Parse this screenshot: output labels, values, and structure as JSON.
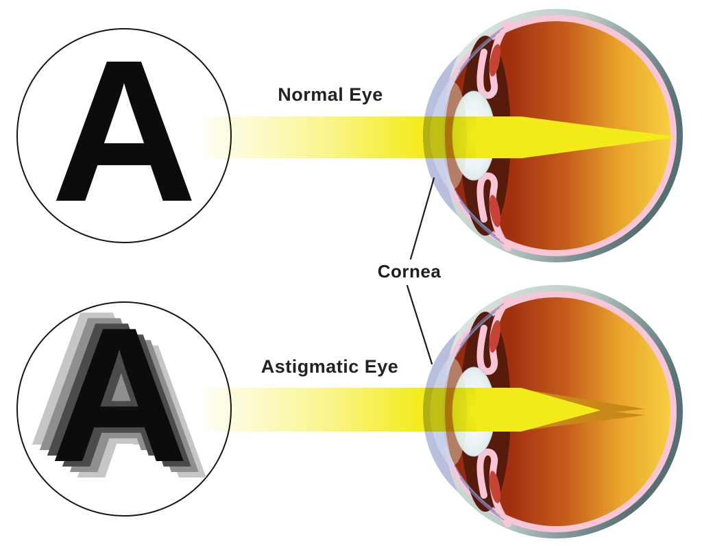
{
  "diagram": {
    "normal_eye_label": "Normal Eye",
    "astigmatic_eye_label": "Astigmatic Eye",
    "cornea_label": "Cornea",
    "eye_chart_letter": "A"
  },
  "colors": {
    "background": "#ffffff",
    "text": "#222222",
    "light_beam_yellow": "#f3eb19",
    "focal_dark_gold": "#c8891a",
    "sclera_light": "#e7eee9",
    "sclera_dark": "#566f74",
    "retina_pink": "#f7c6d7",
    "fundus_dark_red": "#8f2710",
    "fundus_gold": "#f8cf40",
    "cornea_lavender": "#b5bddc",
    "lens_white": "#eef5f6",
    "iris_maroon": "#571b0c",
    "ciliary_pink": "#f8c6d7",
    "ciliary_red": "#c44335",
    "blur_gray_dark": "#4b4b4b",
    "blur_gray_mid": "#8f8f8f",
    "blur_gray_light": "#c6c6c6",
    "letter_black": "#0c0c0c"
  }
}
